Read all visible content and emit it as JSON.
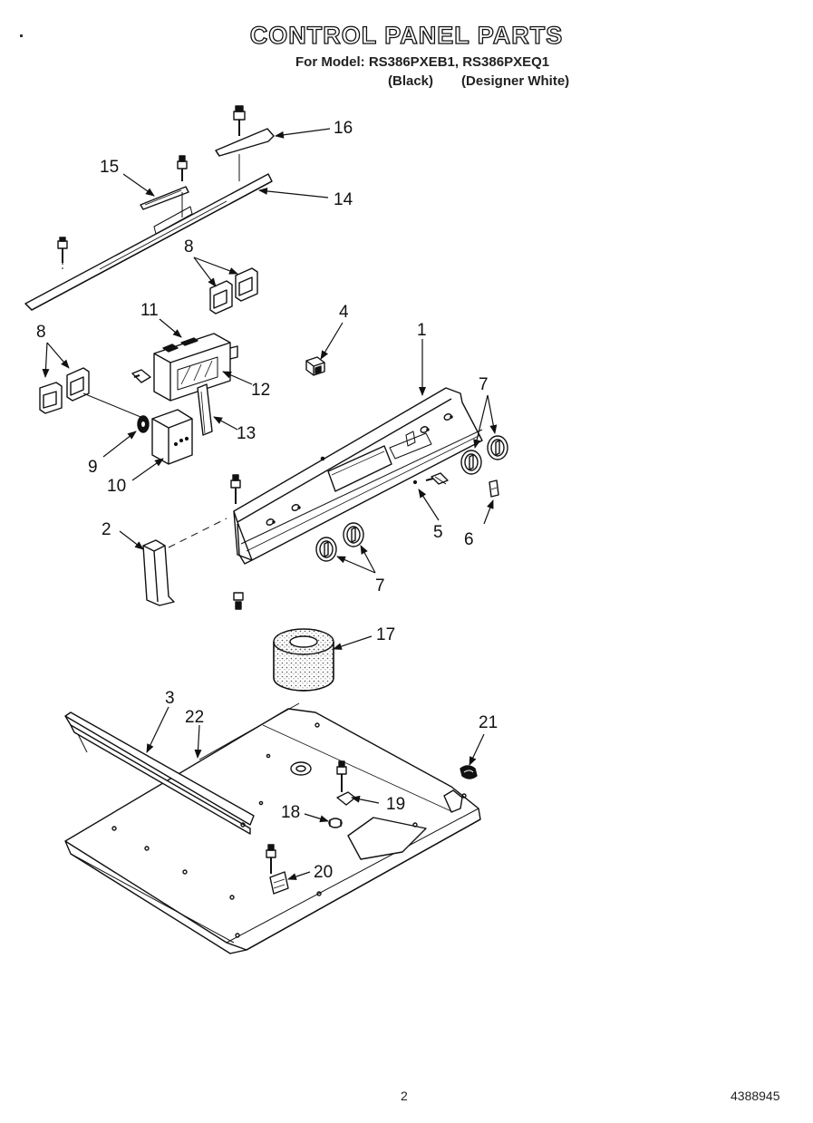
{
  "header": {
    "title": "CONTROL PANEL PARTS",
    "model_line": "For Model: RS386PXEB1, RS386PXEQ1",
    "color_black": "(Black)",
    "color_white": "(Designer White)"
  },
  "callouts": {
    "c1": "1",
    "c2": "2",
    "c3": "3",
    "c4": "4",
    "c5": "5",
    "c6": "6",
    "c7a": "7",
    "c7b": "7",
    "c8a": "8",
    "c8b": "8",
    "c9": "9",
    "c10": "10",
    "c11": "11",
    "c12": "12",
    "c13": "13",
    "c14": "14",
    "c15": "15",
    "c16": "16",
    "c17": "17",
    "c18": "18",
    "c19": "19",
    "c20": "20",
    "c21": "21",
    "c22": "22"
  },
  "footer": {
    "page_number": "2",
    "doc_number": "4388945"
  }
}
